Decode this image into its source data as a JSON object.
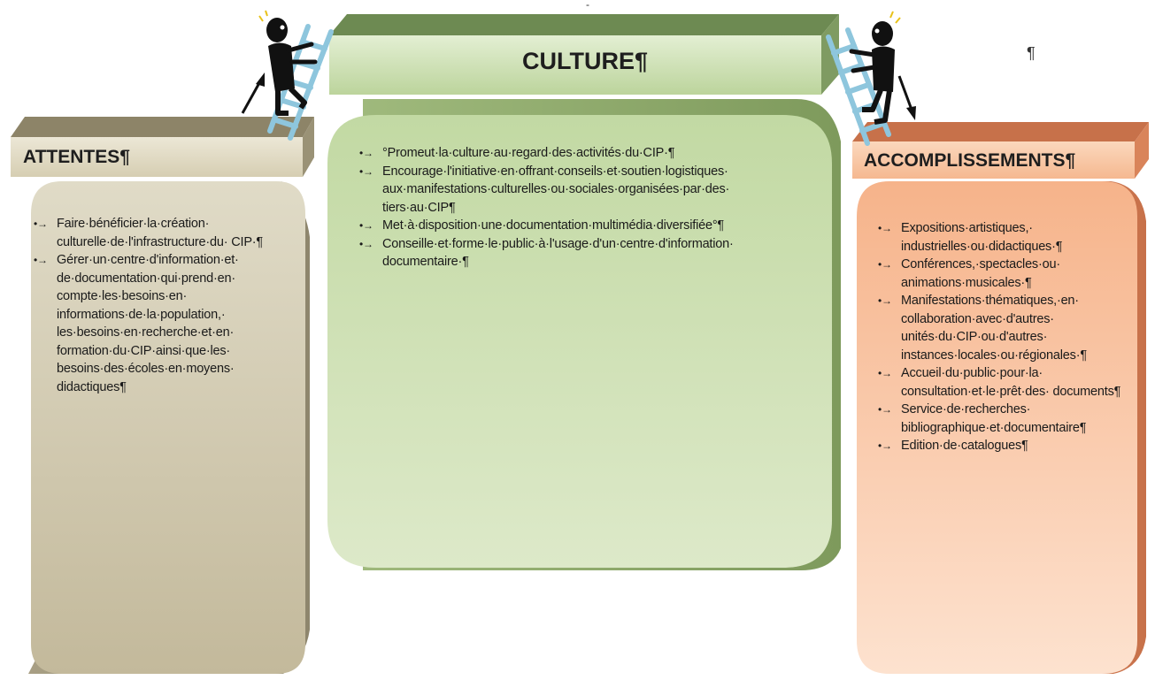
{
  "colors": {
    "attentes_panel": "#c9c0a4",
    "attentes_banner": "#e2dcc2",
    "culture_panel": "#b7d192",
    "culture_banner": "#cfe2b5",
    "accomplissements_panel": "#f4a97a",
    "accomplissements_banner": "#f8c9a6",
    "ladder": "#8ec6dd",
    "figure": "#111111"
  },
  "icons": {
    "left_figure": "stick-figure-climbing-ladder-icon",
    "right_figure": "stick-figure-climbing-ladder-icon",
    "left_arrow": "arrow-up-right-icon",
    "right_arrow": "arrow-down-right-icon"
  },
  "bullet_marker": "•→",
  "culture": {
    "title": "CULTURE¶",
    "items": [
      "°Promeut·la·culture·au·regard·des·activités·du·CIP·¶",
      "Encourage·l'initiative·en·offrant·conseils·et·soutien·logistiques· aux·manifestations·culturelles·ou·sociales·organisées·par·des· tiers·au·CIP¶",
      "Met·à·disposition·une·documentation·multimédia·diversifiée°¶",
      "Conseille·et·forme·le·public·à·l'usage·d'un·centre·d'information· documentaire·¶"
    ]
  },
  "attentes": {
    "title": "ATTENTES¶",
    "items": [
      "Faire·bénéficier·la·création· culturelle·de·l'infrastructure·du· CIP·¶",
      "Gérer·un·centre·d'information·et· de·documentation·qui·prend·en· compte·les·besoins·en· informations·de·la·population,· les·besoins·en·recherche·et·en· formation·du·CIP·ainsi·que·les· besoins·des·écoles·en·moyens· didactiques¶"
    ]
  },
  "accomplissements": {
    "title": "ACCOMPLISSEMENTS¶",
    "items": [
      "Expositions·artistiques,· industrielles·ou·didactiques·¶",
      "Conférences,·spectacles·ou· animations·musicales·¶",
      "Manifestations·thématiques,·en· collaboration·avec·d'autres· unités·du·CIP·ou·d'autres· instances·locales·ou·régionales·¶",
      "Accueil·du·public·pour·la· consultation·et·le·prêt·des· documents¶",
      "Service·de·recherches· bibliographique·et·documentaire¶",
      "Edition·de·catalogues¶"
    ]
  },
  "stray_marks": {
    "pilcrow": "¶",
    "tick": "-"
  }
}
